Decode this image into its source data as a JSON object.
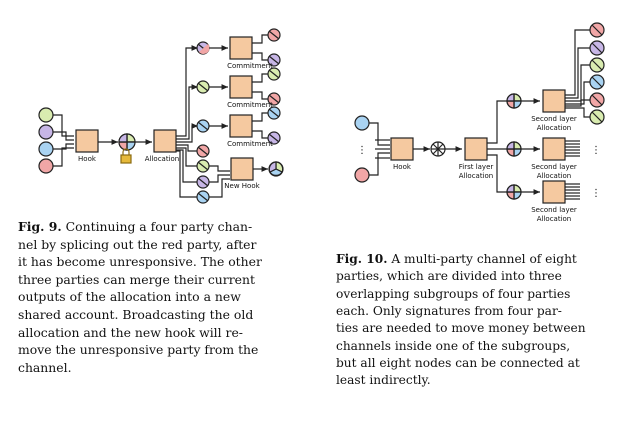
{
  "fig9": {
    "labels": {
      "hook": "Hook",
      "allocation": "Allocation",
      "commitment_1": "Commitment",
      "commitment_2": "Commitment",
      "commitment_3": "Commitment",
      "new_hook": "New Hook"
    },
    "caption": {
      "label": "Fig. 9.",
      "lines": [
        " Continuing a four party chan-",
        "nel by splicing out the red party, after",
        "it has become unresponsive. The other",
        "three parties can merge their current",
        "outputs of the allocation into a new",
        "shared account. Broadcasting the old",
        "allocation and the new hook will re-",
        "move the unresponsive party from the",
        "channel."
      ]
    }
  },
  "fig10": {
    "labels": {
      "hook": "Hook",
      "first_layer_1": "First layer",
      "first_layer_2": "Allocation",
      "second_1a": "Second layer",
      "second_1b": "Allocation",
      "second_2a": "Second layer",
      "second_2b": "Allocation",
      "second_3a": "Second layer",
      "second_3b": "Allocation",
      "ellipsis": "⋮"
    },
    "caption": {
      "label": "Fig. 10.",
      "lines": [
        " A multi-party channel of eight",
        "parties, which are divided into three",
        "overlapping subgroups of four parties",
        "each. Only signatures from four par-",
        "ties are needed to move money between",
        "channels inside one of the subgroups,",
        "but all eight nodes can be connected at",
        "least indirectly."
      ]
    }
  },
  "colors": {
    "box": "#f5c9a0",
    "green": "#d9ecb0",
    "purple": "#c7b6e6",
    "blue": "#a9d3f2",
    "red": "#f1a6a6",
    "lock": "#e6b93a"
  }
}
